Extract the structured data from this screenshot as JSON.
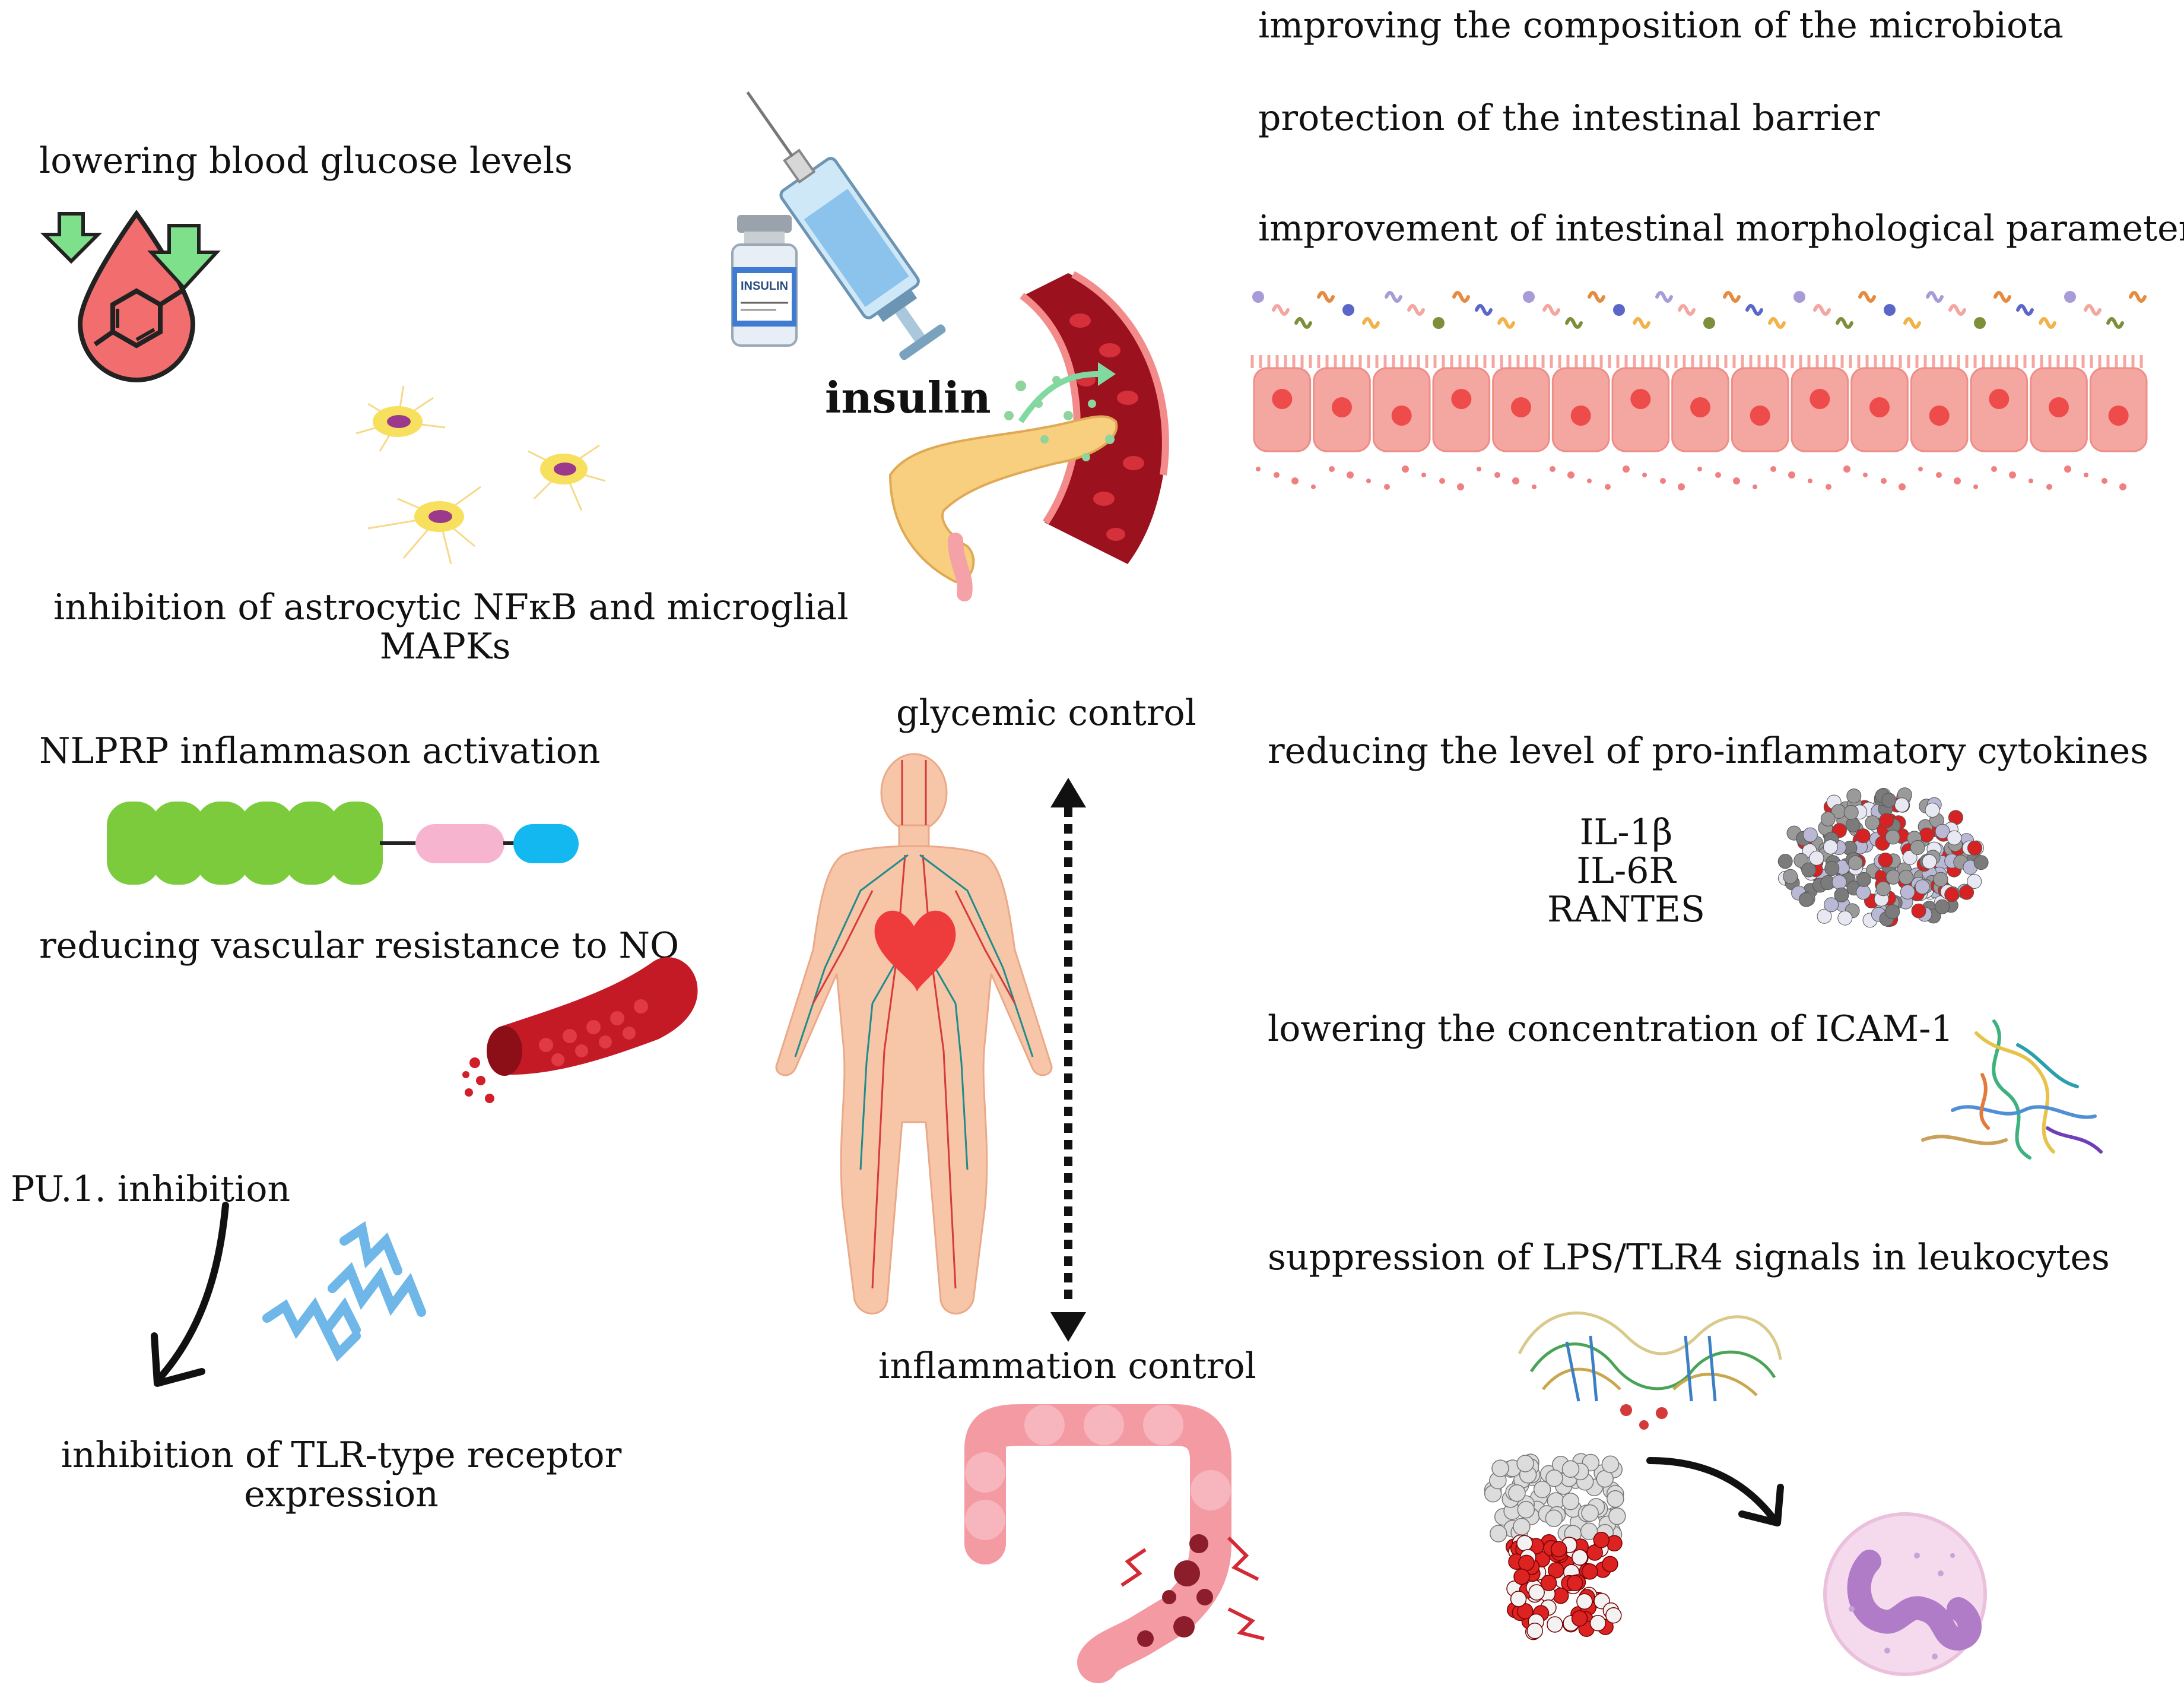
{
  "labels": {
    "lowering_glucose": "lowering blood glucose levels",
    "insulin": "insulin",
    "astro_line1": "inhibition of astrocytic NFκB and microglial",
    "astro_line2": "MAPKs",
    "nlrp": "NLPRP inflammason activation",
    "vascular": "reducing vascular resistance to NO",
    "pu1": "PU.1. inhibition",
    "tlr_line1": "inhibition of TLR-type receptor",
    "tlr_line2": "expression",
    "glycemic": "glycemic control",
    "inflammation": "inflammation control",
    "microbiota": "improving the composition of the microbiota",
    "barrier": "protection of the intestinal barrier",
    "morph": "improvement of intestinal morphological parameters",
    "cytokines": "reducing the level of pro-inflammatory cytokines",
    "il1b": "IL-1β",
    "il6r": "IL-6R",
    "rantes": "RANTES",
    "icam": "lowering the concentration of ICAM-1",
    "lps": "suppression of LPS/TLR4 signals in leukocytes",
    "vial_text": "INSULIN"
  },
  "colors": {
    "drop_red": "#f26d6d",
    "arrow_green": "#7ee08a",
    "pancreas": "#f7cf7e",
    "vessel_dark": "#9b111e",
    "gut_pink": "#f4a6a1",
    "gut_cell_nucleus": "#ee4b4b",
    "nlrp_green": "#7ccb3c",
    "nlrp_pink": "#f7b4cf",
    "nlrp_blue": "#14b8f0",
    "helix_blue": "#6fb7e8",
    "body_skin": "#f7c5a8",
    "colon_pink": "#f39aa3",
    "neutrophil": "#f5d9ec",
    "neutrophil_nucleus": "#b07cc8"
  }
}
